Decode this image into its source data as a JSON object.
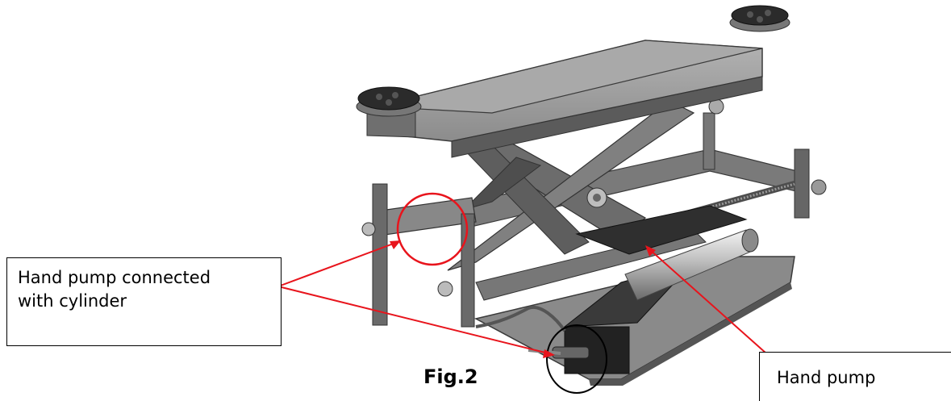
{
  "callouts": {
    "pump_connected_line1": "Hand pump connected",
    "pump_connected_line2": "with cylinder",
    "hand_pump": "Hand pump"
  },
  "caption": "Fig.2",
  "colors": {
    "steel_light": "#a7a7a7",
    "steel_mid": "#7d7d7d",
    "steel_dark": "#4a4a4a",
    "rubber": "#2b2b2b",
    "chrome": "#d4d4d4",
    "arrow": "#e8141c",
    "circle_red": "#e8141c",
    "circle_black": "#000000"
  }
}
